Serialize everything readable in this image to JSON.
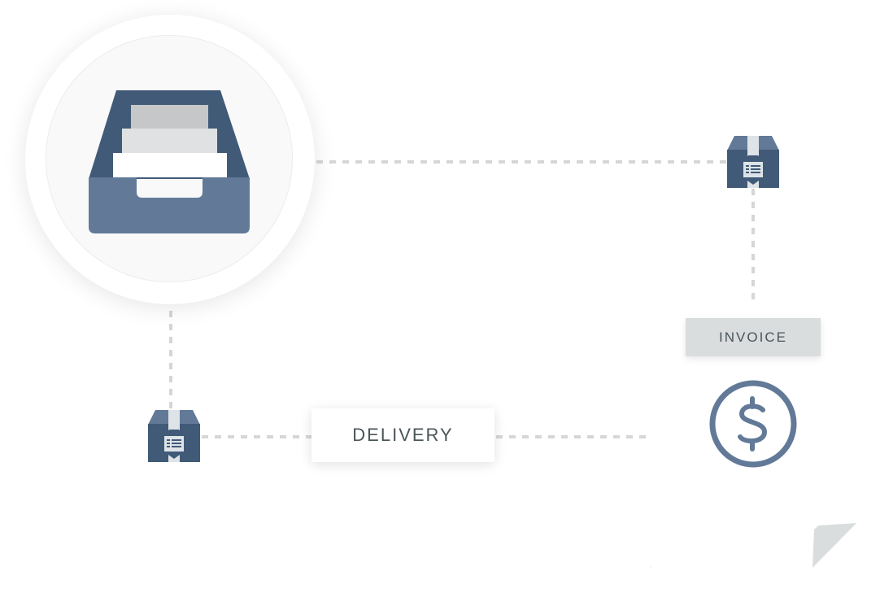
{
  "diagram": {
    "nodes": {
      "inbox": {
        "icon": "inbox-tray-icon"
      },
      "package_top": {
        "icon": "package-box-icon"
      },
      "package_left": {
        "icon": "package-box-icon"
      },
      "delivery": {
        "label": "DELIVERY"
      },
      "invoice": {
        "label": "INVOICE",
        "icon": "dollar-circle-icon"
      }
    },
    "edges": [
      {
        "from": "inbox",
        "to": "package_top"
      },
      {
        "from": "package_top",
        "to": "invoice"
      },
      {
        "from": "inbox",
        "to": "package_left"
      },
      {
        "from": "package_left",
        "to": "delivery"
      },
      {
        "from": "delivery",
        "to": "invoice"
      }
    ]
  },
  "colors": {
    "dark_blue": "#415a78",
    "mid_blue": "#627a98",
    "connector": "#d6d6d6",
    "text": "#4a5559"
  }
}
